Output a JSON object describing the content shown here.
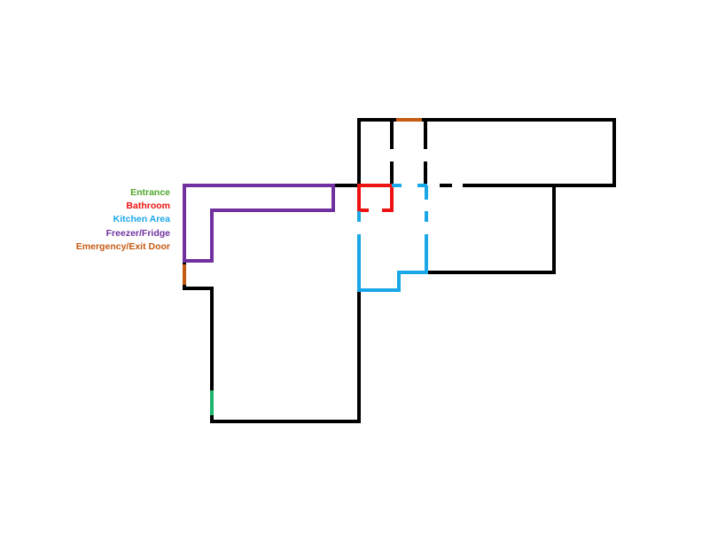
{
  "legend": {
    "entries": [
      {
        "id": "entrance",
        "label": "Entrance",
        "color": "#4ea72e"
      },
      {
        "id": "bathroom",
        "label": "Bathroom",
        "color": "#ee1111"
      },
      {
        "id": "kitchen",
        "label": "Kitchen Area",
        "color": "#1aa7e8"
      },
      {
        "id": "freezer",
        "label": "Freezer/Fridge",
        "color": "#7030a0"
      },
      {
        "id": "exit",
        "label": "Emergency/Exit Door",
        "color": "#c55a11"
      }
    ]
  },
  "colors": {
    "wall": "#000000",
    "entrance_door": "#1db56b",
    "background": "#ffffff"
  }
}
